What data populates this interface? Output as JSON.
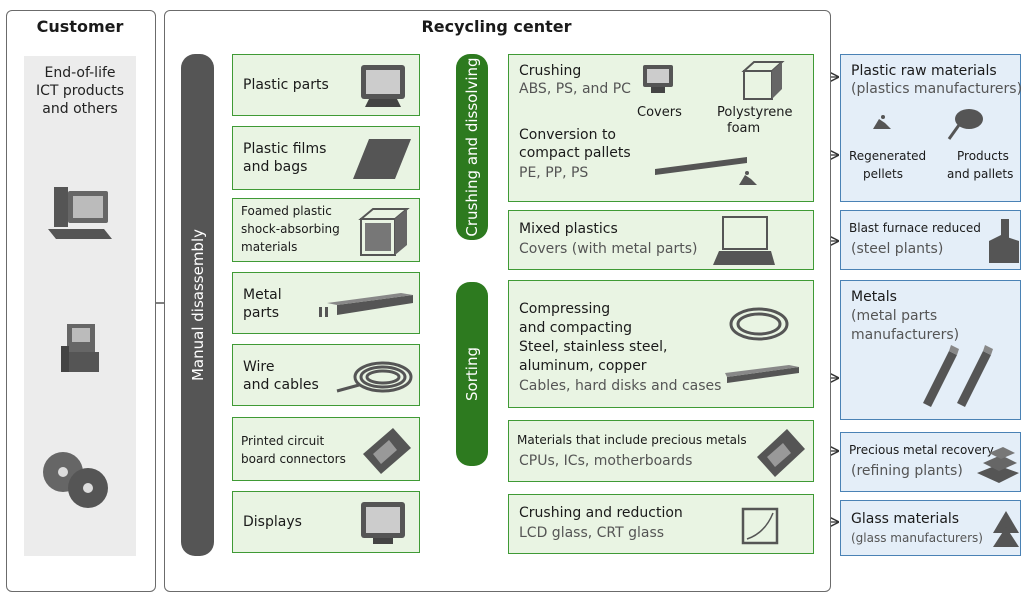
{
  "customer": {
    "heading": "Customer",
    "lines": [
      "End-of-life",
      "ICT products",
      "and others"
    ]
  },
  "recycling": {
    "heading": "Recycling center"
  },
  "vertical_labels": {
    "manual": "Manual disassembly",
    "crushing": "Crushing and dissolving",
    "sorting": "Sorting"
  },
  "parts": {
    "plastic_parts": [
      "Plastic parts"
    ],
    "plastic_films": [
      "Plastic films",
      "and bags"
    ],
    "foamed": [
      "Foamed plastic",
      "shock-absorbing",
      "materials"
    ],
    "metal_parts": [
      "Metal",
      "parts"
    ],
    "wire": [
      "Wire",
      "and cables"
    ],
    "pcb": [
      "Printed circuit",
      "board connectors"
    ],
    "displays": [
      "Displays"
    ]
  },
  "processes": {
    "crushing": {
      "title": "Crushing",
      "sub": "ABS, PS, and PC",
      "covers": "Covers",
      "polystyrene": [
        "Polystyrene",
        "foam"
      ],
      "conversion": [
        "Conversion to",
        "compact pallets"
      ],
      "conversion_sub": "PE, PP, PS"
    },
    "mixed": {
      "title": "Mixed plastics",
      "sub": "Covers (with metal parts)"
    },
    "compress": {
      "lines": [
        "Compressing",
        "and compacting",
        "Steel, stainless steel,",
        "aluminum, copper"
      ],
      "sub": "Cables, hard disks and cases"
    },
    "precious": {
      "title": "Materials that include precious metals",
      "sub": "CPUs, ICs, motherboards"
    },
    "glass": {
      "title": "Crushing and reduction",
      "sub": "LCD glass, CRT glass"
    }
  },
  "outputs": {
    "plastic_raw": {
      "title": "Plastic raw materials",
      "sub": "(plastics manufacturers)",
      "regenerated": [
        "Regenerated",
        "pellets"
      ],
      "products": [
        "Products",
        "and pallets"
      ]
    },
    "blast": {
      "title": "Blast furnace reduced",
      "sub": "(steel plants)"
    },
    "metals": {
      "title": "Metals",
      "sub": [
        "(metal parts",
        "manufacturers)"
      ]
    },
    "precious": {
      "title": "Precious metal recovery",
      "sub": "(refining plants)"
    },
    "glass": {
      "title": "Glass materials",
      "sub": "(glass manufacturers)"
    }
  },
  "colors": {
    "green_dark": "#2d7a1f",
    "green_light_fill": "#e9f4e3",
    "green_border": "#3f9a35",
    "blue_fill": "#e4eef8",
    "blue_border": "#4a82b5",
    "manual_bar": "#555555",
    "customer_panel": "#ececec"
  },
  "icons": [
    "computer-icon",
    "kiosk-icon",
    "discs-icon",
    "monitor-icon",
    "film-sheet-icon",
    "foam-box-icon",
    "metal-plate-icon",
    "cable-coil-icon",
    "circuit-board-icon",
    "laptop-icon",
    "glass-panel-icon",
    "pellets-icon",
    "factory-icon",
    "metal-bars-icon",
    "gold-bars-icon",
    "glass-cone-icon"
  ]
}
